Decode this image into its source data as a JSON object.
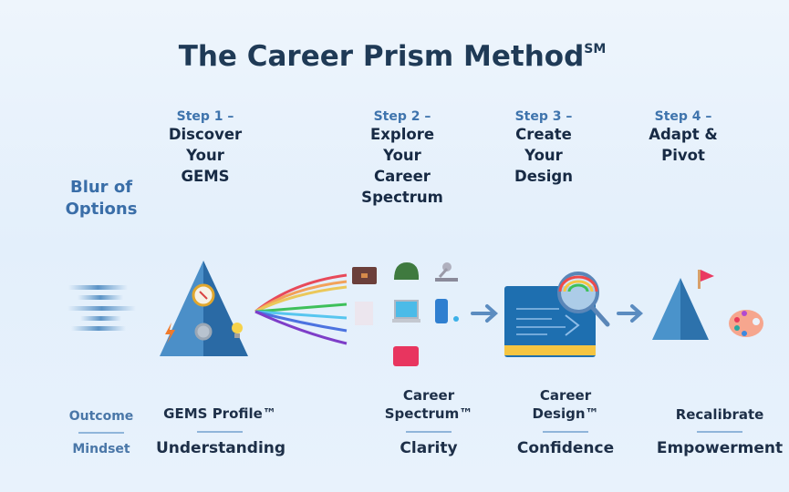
{
  "title": {
    "text": "The Career Prism Method",
    "mark": "SM"
  },
  "left": {
    "blur_line1": "Blur of",
    "blur_line2": "Options",
    "outcome": "Outcome",
    "mindset": "Mindset"
  },
  "steps": [
    {
      "step": "Step 1 –",
      "lines": [
        "Discover",
        "Your",
        "GEMS"
      ],
      "outcome_lines": [
        "GEMS Profile™"
      ],
      "mindset": "Understanding"
    },
    {
      "step": "Step 2 –",
      "lines": [
        "Explore",
        "Your",
        "Career",
        "Spectrum"
      ],
      "outcome_lines": [
        "Career",
        "Spectrum™"
      ],
      "mindset": "Clarity"
    },
    {
      "step": "Step 3 –",
      "lines": [
        "Create",
        "Your",
        "Design"
      ],
      "outcome_lines": [
        "Career",
        "Design™"
      ],
      "mindset": "Confidence"
    },
    {
      "step": "Step 4 –",
      "lines": [
        "Adapt &",
        "Pivot"
      ],
      "outcome_lines": [
        "Recalibrate"
      ],
      "mindset": "Empowerment"
    }
  ],
  "colors": {
    "accent": "#3f74ad",
    "title": "#1f3a56",
    "folder": "#1e6fb0",
    "folder_band": "#f5c542"
  }
}
